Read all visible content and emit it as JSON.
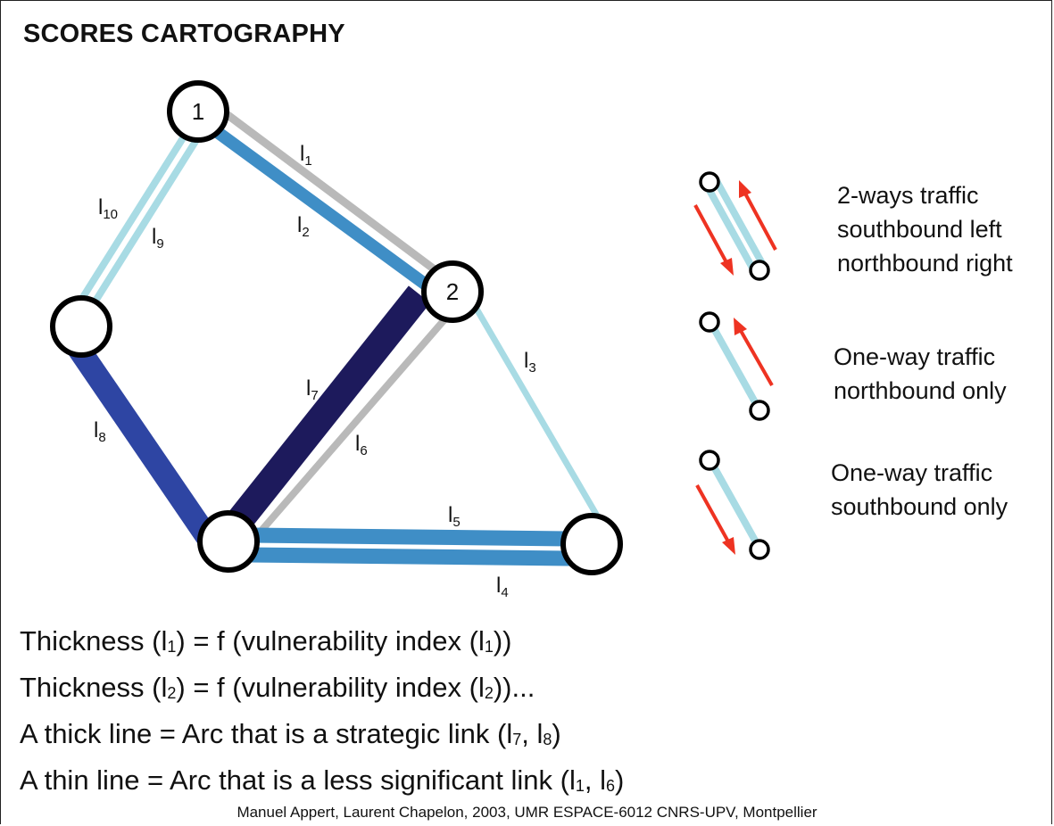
{
  "title": "SCORES CARTOGRAPHY",
  "colors": {
    "light_blue": "#a8dbe4",
    "mid_blue": "#3f8ec6",
    "royal_blue": "#2e45a3",
    "navy": "#1d1a5c",
    "gray": "#b9b9b9",
    "arrow_red": "#ee3322"
  },
  "nodes": [
    {
      "id": "n1",
      "label": "1"
    },
    {
      "id": "n2",
      "label": "2"
    },
    {
      "id": "n-left",
      "label": ""
    },
    {
      "id": "n-bottom-left",
      "label": ""
    },
    {
      "id": "n-bottom-right",
      "label": ""
    }
  ],
  "links": [
    {
      "id": "l1",
      "base": "l",
      "sub": "1",
      "from": "1",
      "to": "2",
      "color": "gray"
    },
    {
      "id": "l2",
      "base": "l",
      "sub": "2",
      "from": "1",
      "to": "2",
      "color": "mid_blue"
    },
    {
      "id": "l3",
      "base": "l",
      "sub": "3",
      "from": "2",
      "to": "bottom-right",
      "color": "light_blue"
    },
    {
      "id": "l4",
      "base": "l",
      "sub": "4",
      "from": "bottom-left",
      "to": "bottom-right",
      "color": "mid_blue"
    },
    {
      "id": "l5",
      "base": "l",
      "sub": "5",
      "from": "bottom-left",
      "to": "bottom-right",
      "color": "mid_blue"
    },
    {
      "id": "l6",
      "base": "l",
      "sub": "6",
      "from": "2",
      "to": "bottom-left",
      "color": "gray"
    },
    {
      "id": "l7",
      "base": "l",
      "sub": "7",
      "from": "2",
      "to": "bottom-left",
      "color": "navy"
    },
    {
      "id": "l8",
      "base": "l",
      "sub": "8",
      "from": "left",
      "to": "bottom-left",
      "color": "royal_blue"
    },
    {
      "id": "l9",
      "base": "l",
      "sub": "9",
      "from": "1",
      "to": "left",
      "color": "light_blue"
    },
    {
      "id": "l10",
      "base": "l",
      "sub": "10",
      "from": "1",
      "to": "left",
      "color": "light_blue"
    }
  ],
  "legend": [
    {
      "id": "two-way",
      "lines": [
        "2-ways traffic",
        "southbound left",
        "northbound right"
      ]
    },
    {
      "id": "northbound",
      "lines": [
        "One-way traffic",
        "northbound only"
      ]
    },
    {
      "id": "southbound",
      "lines": [
        "One-way traffic",
        "southbound only"
      ]
    }
  ],
  "formulas": [
    {
      "before": "Thickness (l",
      "sub1": "1",
      "mid": ") = f (vulnerability index (l",
      "sub2": "1",
      "after": "))"
    },
    {
      "before": "Thickness (l",
      "sub1": "2",
      "mid": ") = f (vulnerability index (l",
      "sub2": "2",
      "after": "))..."
    },
    {
      "before": "A thick line = Arc that is a strategic link (l",
      "sub1": "7",
      "mid": ", l",
      "sub2": "8",
      "after": ")"
    },
    {
      "before": "A thin line = Arc that is a less significant link (l",
      "sub1": "1",
      "mid": ", l",
      "sub2": "6",
      "after": ")"
    }
  ],
  "credit": "Manuel Appert, Laurent Chapelon, 2003, UMR ESPACE-6012 CNRS-UPV, Montpellier"
}
